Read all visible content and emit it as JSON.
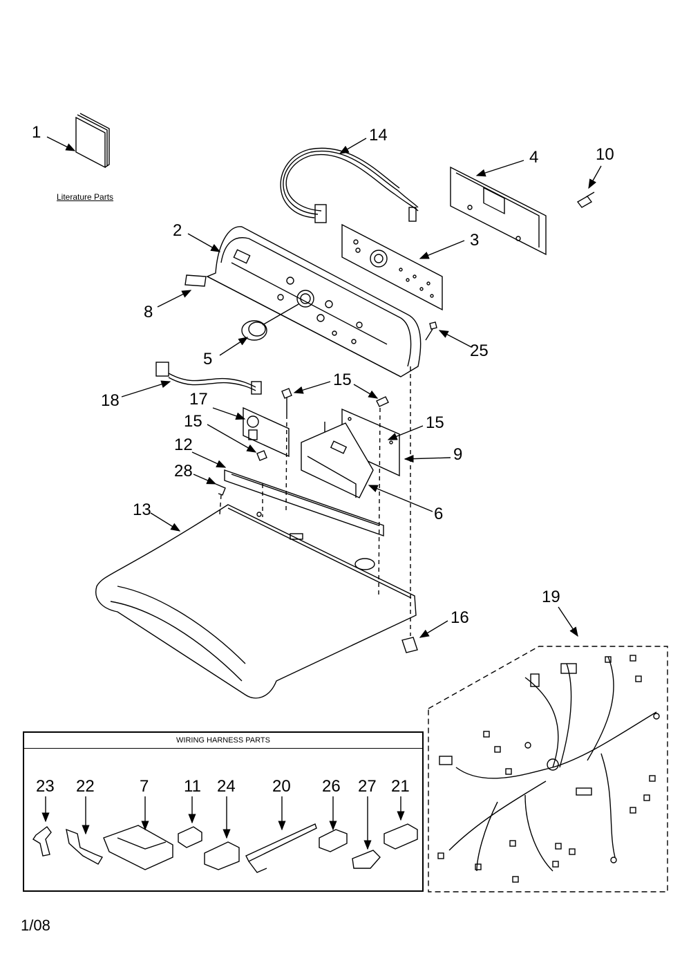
{
  "literature_label": "Literature Parts",
  "wiring_box_title": "WIRING HARNESS PARTS",
  "date_code": "1/08",
  "callouts": [
    "1",
    "14",
    "4",
    "10",
    "2",
    "3",
    "8",
    "5",
    "25",
    "18",
    "15",
    "17",
    "15",
    "15",
    "9",
    "12",
    "28",
    "6",
    "13",
    "16",
    "19",
    "23",
    "22",
    "7",
    "11",
    "24",
    "20",
    "26",
    "27",
    "21"
  ]
}
